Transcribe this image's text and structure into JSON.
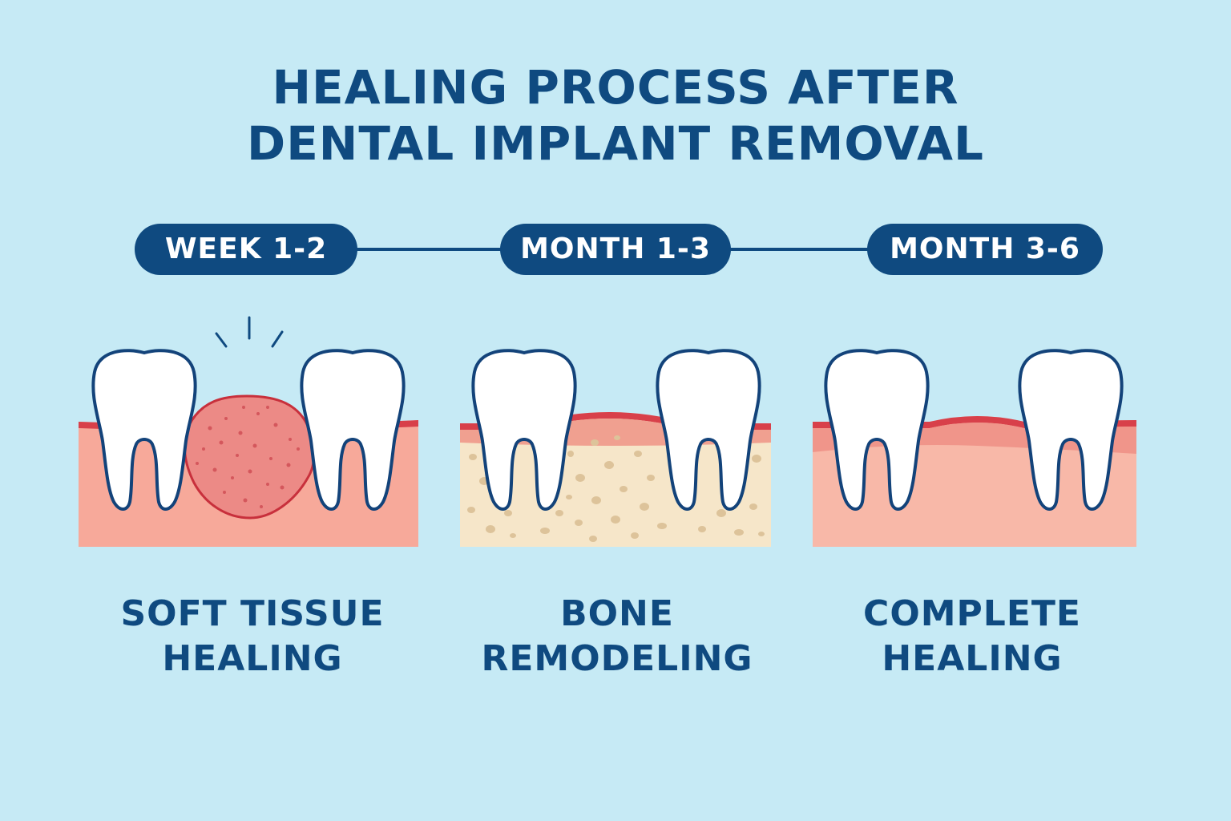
{
  "title": {
    "line1": "HEALING PROCESS AFTER",
    "line2": "DENTAL IMPLANT REMOVAL"
  },
  "stages": [
    {
      "period": "WEEK 1-2",
      "caption_line1": "SOFT TISSUE",
      "caption_line2": "HEALING"
    },
    {
      "period": "MONTH 1-3",
      "caption_line1": "BONE",
      "caption_line2": "REMODELING"
    },
    {
      "period": "MONTH 3-6",
      "caption_line1": "COMPLETE",
      "caption_line2": "HEALING"
    }
  ],
  "colors": {
    "background": "#c6eaf5",
    "primary": "#0f4a80",
    "gum": "#f7a99a",
    "gum_edge": "#d8404a",
    "wound": "#ec8a86",
    "bone": "#f6e6c9",
    "bone_spots": "#ddc39a",
    "healed_gum": "#f8b8a8"
  }
}
